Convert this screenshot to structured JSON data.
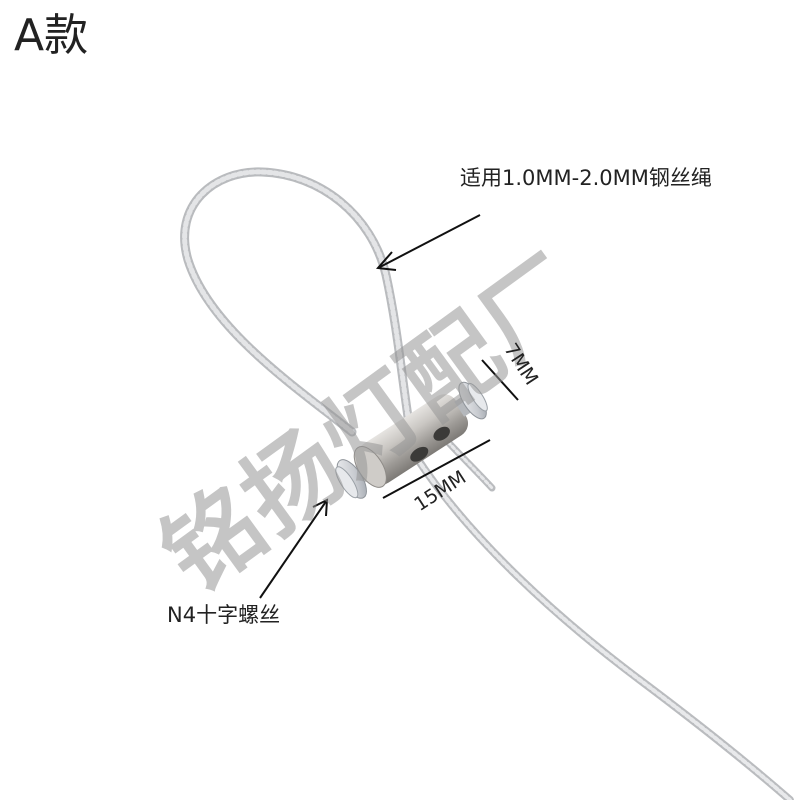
{
  "title": "A款",
  "callouts": {
    "cable_range": "适用1.0MM-2.0MM钢丝绳",
    "screw": "N4十字螺丝"
  },
  "dimensions": {
    "length": "15MM",
    "diameter": "7MM"
  },
  "watermark": "铭扬灯配厂",
  "colors": {
    "background": "#ffffff",
    "text": "#222222",
    "watermark": "#969696",
    "cable": "#cfd0d2",
    "metal": "#b8b6b3"
  }
}
